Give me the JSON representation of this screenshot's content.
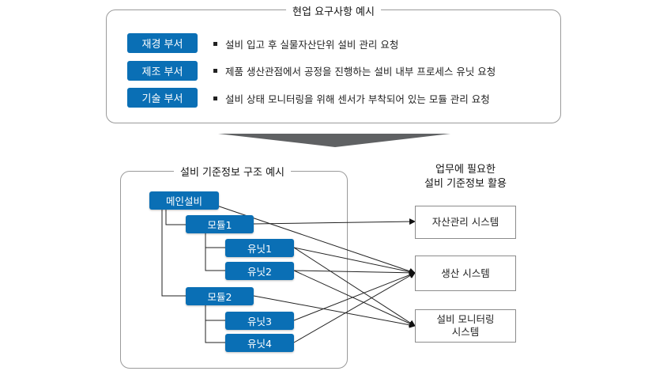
{
  "top": {
    "title": "현업 요구사항 예시",
    "departments": [
      {
        "label": "재경 부서",
        "requirement": "설비 입고 후 실물자산단위 설비 관리 요청"
      },
      {
        "label": "제조 부서",
        "requirement": "제품 생산관점에서 공정을 진행하는 설비 내부 프로세스 유닛 요청"
      },
      {
        "label": "기술 부서",
        "requirement": "설비 상태 모니터링을 위해 센서가 부착되어 있는 모듈 관리 요청"
      }
    ]
  },
  "structure": {
    "title": "설비 기준정보 구조 예시",
    "nodes": {
      "main": "메인설비",
      "module1": "모듈1",
      "unit1": "유닛1",
      "unit2": "유닛2",
      "module2": "모듈2",
      "unit3": "유닛3",
      "unit4": "유닛4"
    }
  },
  "usage": {
    "title_line1": "업무에 필요한",
    "title_line2": "설비 기준정보 활용",
    "systems": {
      "asset": "자산관리 시스템",
      "production": "생산 시스템",
      "monitoring_line1": "설비 모니터링",
      "monitoring_line2": "시스템"
    }
  },
  "colors": {
    "accent": "#0a6fb5",
    "arrow_band": "#5f6163"
  }
}
